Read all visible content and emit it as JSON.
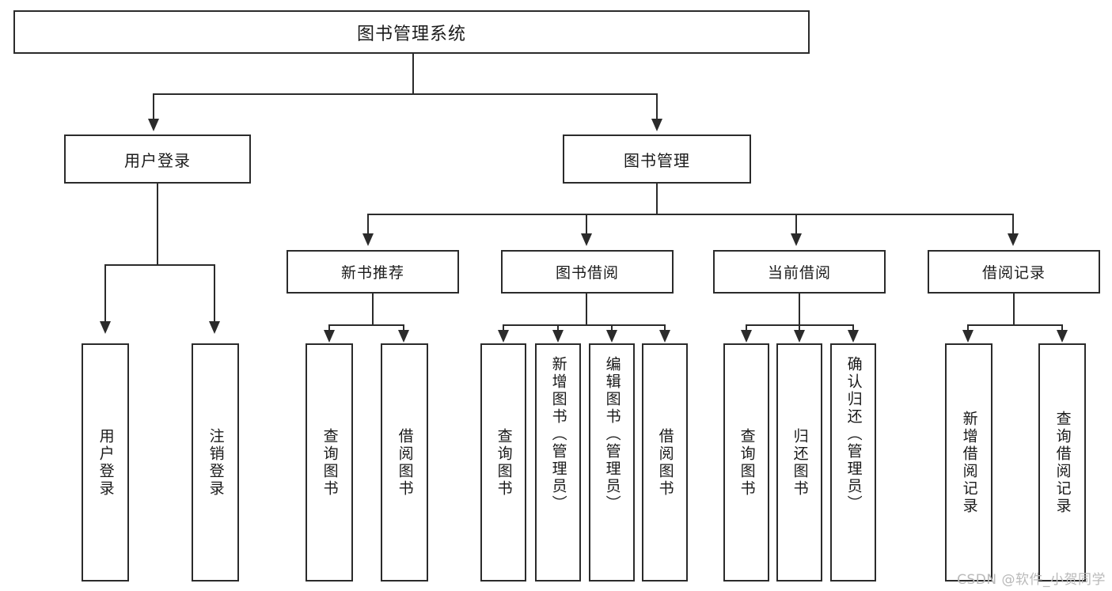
{
  "diagram": {
    "title": "图书管理系统",
    "type": "tree-hierarchy-chart",
    "root": {
      "label": "图书管理系统"
    },
    "level1": [
      {
        "label": "用户登录"
      },
      {
        "label": "图书管理"
      }
    ],
    "level2": [
      {
        "label": "新书推荐"
      },
      {
        "label": "图书借阅"
      },
      {
        "label": "当前借阅"
      },
      {
        "label": "借阅记录"
      }
    ],
    "leaves": {
      "user_login": [
        {
          "label": "用户登录"
        },
        {
          "label": "注销登录"
        }
      ],
      "new_book_recommend": [
        {
          "label": "查询图书"
        },
        {
          "label": "借阅图书"
        }
      ],
      "book_borrow": [
        {
          "label": "查询图书"
        },
        {
          "label": "新增图书（管理员）"
        },
        {
          "label": "编辑图书（管理员）"
        },
        {
          "label": "借阅图书"
        }
      ],
      "current_borrow": [
        {
          "label": "查询图书"
        },
        {
          "label": "归还图书"
        },
        {
          "label": "确认归还（管理员）"
        }
      ],
      "borrow_record": [
        {
          "label": "新增借阅记录"
        },
        {
          "label": "查询借阅记录"
        }
      ]
    },
    "watermark": "CSDN @软件_小贺同学",
    "colors": {
      "stroke": "#2b2b2b",
      "fill": "#ffffff",
      "text": "#1a1a1a",
      "watermark": "#b9b9b9"
    }
  }
}
